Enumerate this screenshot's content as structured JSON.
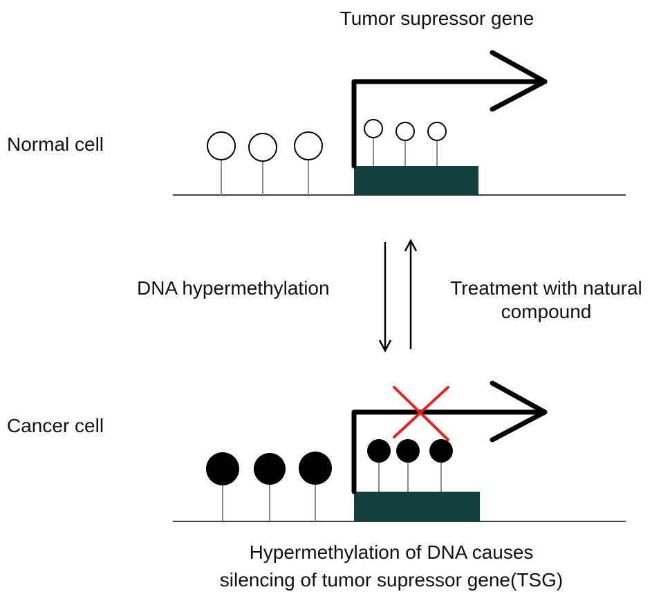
{
  "labels": {
    "gene_title": "Tumor supressor gene",
    "normal_cell": "Normal cell",
    "cancer_cell": "Cancer cell",
    "forward_process": "DNA hypermethylation",
    "reverse_process_line1": "Treatment with natural",
    "reverse_process_line2": "compound",
    "caption_line1": "Hypermethylation of DNA causes",
    "caption_line2": "silencing of tumor supressor gene(TSG)"
  },
  "colors": {
    "gene_block": "#143f3f",
    "methylated": "#000000",
    "unmethylated": "#ffffff",
    "block_mark": "#e8231e",
    "line": "#000000",
    "stem": "#8a8a8a"
  },
  "states": {
    "normal_cell": {
      "cpg_sites": 6,
      "methylated": false,
      "transcription": "active"
    },
    "cancer_cell": {
      "cpg_sites": 6,
      "methylated": true,
      "transcription": "blocked"
    }
  }
}
